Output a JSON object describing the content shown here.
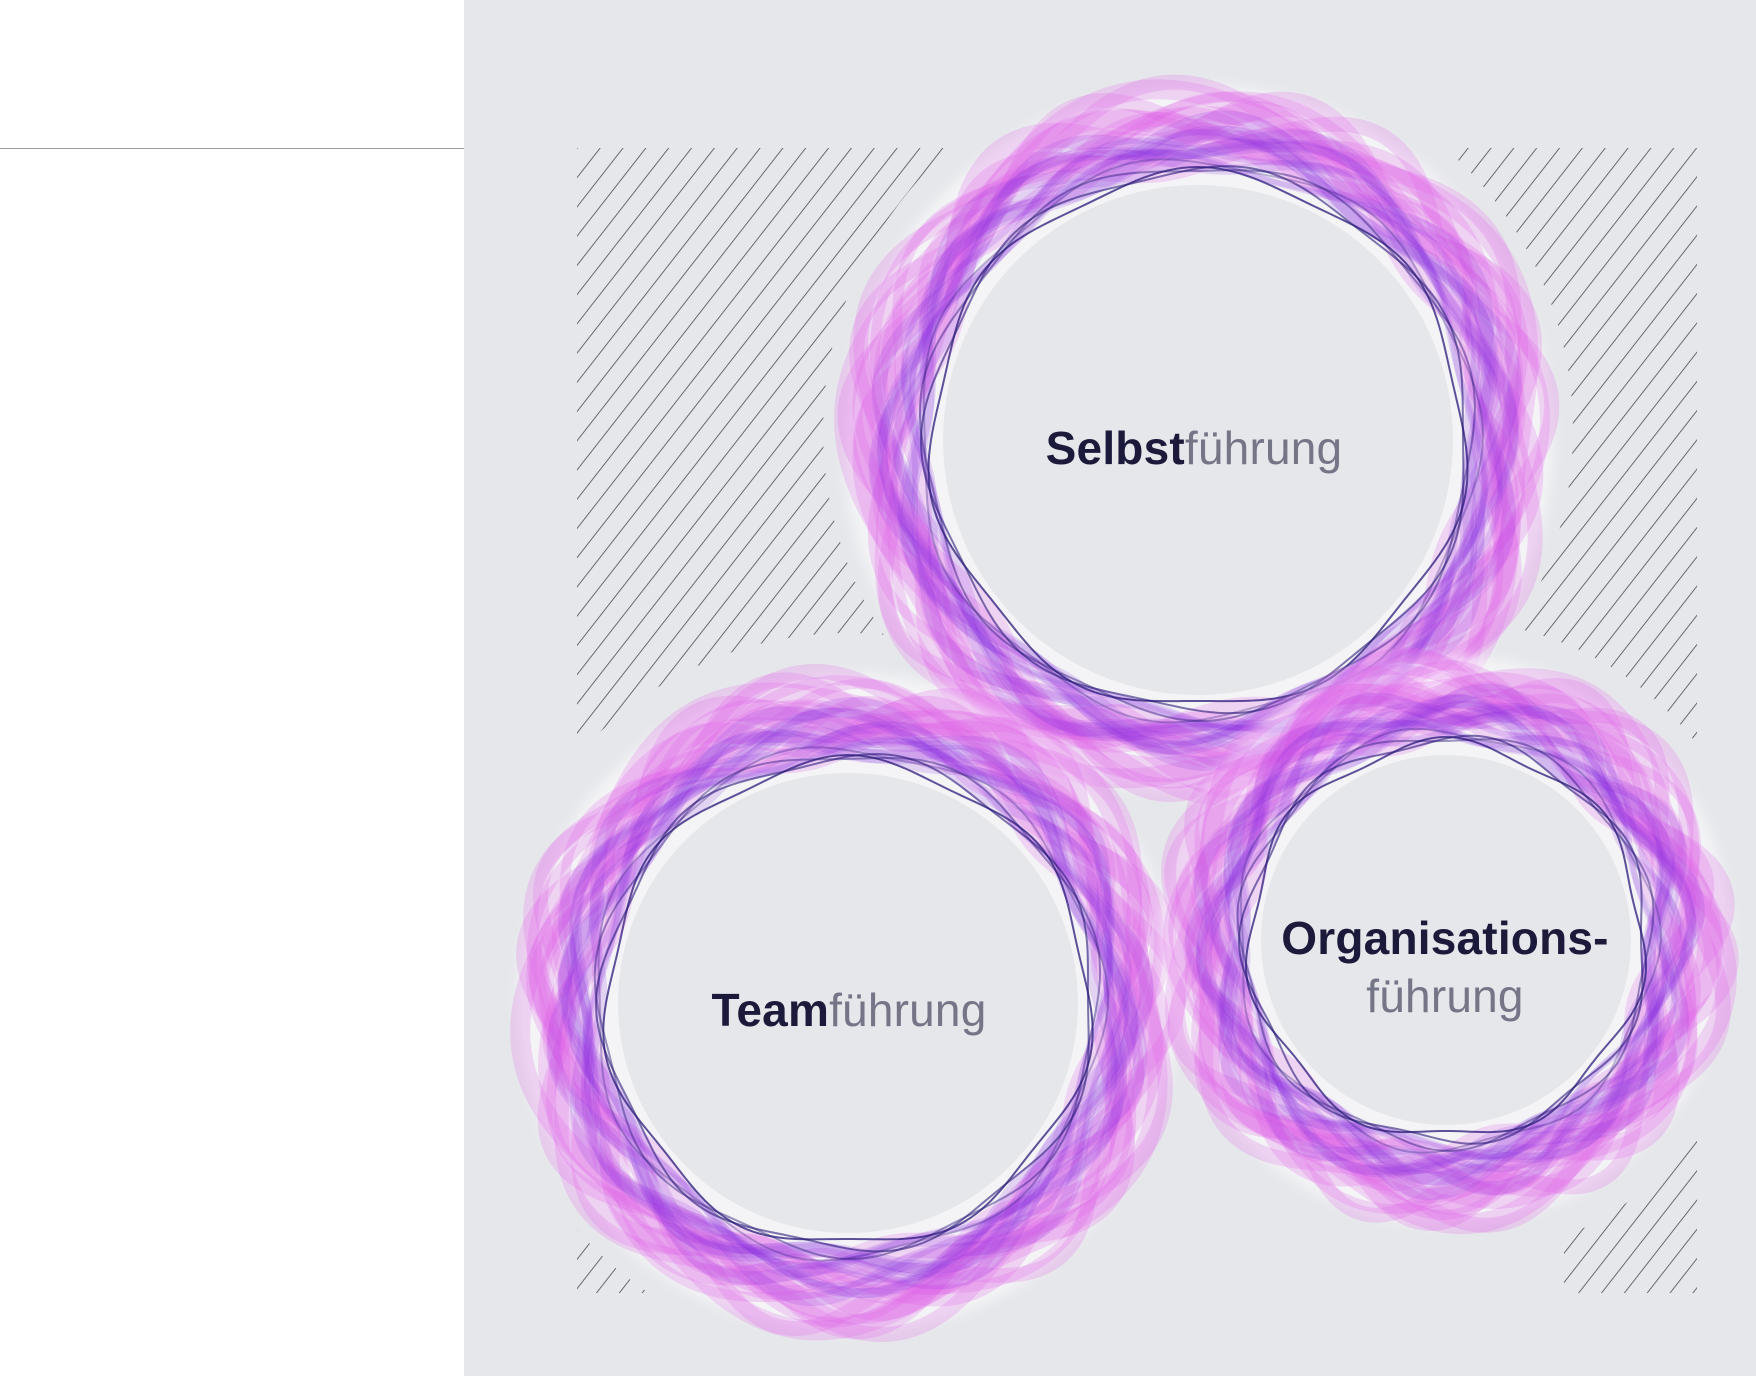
{
  "diagram": {
    "circles": [
      {
        "id": "selbst",
        "bold_text": "Selbst",
        "light_text": "führung"
      },
      {
        "id": "team",
        "bold_text": "Team",
        "light_text": "führung"
      },
      {
        "id": "organisation",
        "bold_text": "Organisations-",
        "light_text": "führung"
      }
    ]
  },
  "colors": {
    "panel_background": "#e6e7eb",
    "ring_dark": "#2a1a7a",
    "ring_violet": "#8a2be2",
    "ring_magenta": "#e060e8",
    "hatch": "#4a4a52",
    "label_bold": "#1c1a3a",
    "label_light": "#747688"
  }
}
